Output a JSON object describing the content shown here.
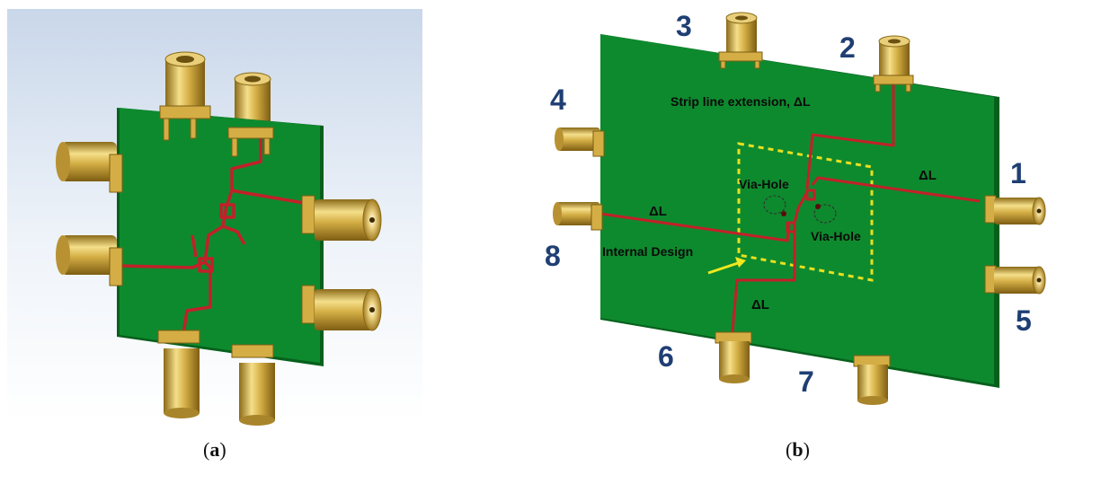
{
  "panel_a": {
    "caption_open": "(",
    "caption_letter": "a",
    "caption_close": ")"
  },
  "panel_b": {
    "caption_open": "(",
    "caption_letter": "b",
    "caption_close": ")",
    "port_labels": [
      "1",
      "2",
      "3",
      "4",
      "5",
      "6",
      "7",
      "8"
    ],
    "annotations": {
      "stripline": "Strip line extension, ΔL",
      "via_hole_1": "Via-Hole",
      "via_hole_2": "Via-Hole",
      "internal_design": "Internal Design",
      "delta_l_right": "ΔL",
      "delta_l_left": "ΔL",
      "delta_l_bottom": "ΔL"
    }
  },
  "colors": {
    "board": "#0e8a2e",
    "board_edge": "#06601c",
    "trace": "#c2202a",
    "connector_gold": "#c9a23a",
    "label_blue": "#1f3f73",
    "highlight_box": "#e8e020",
    "arrow": "#f2e81e"
  }
}
